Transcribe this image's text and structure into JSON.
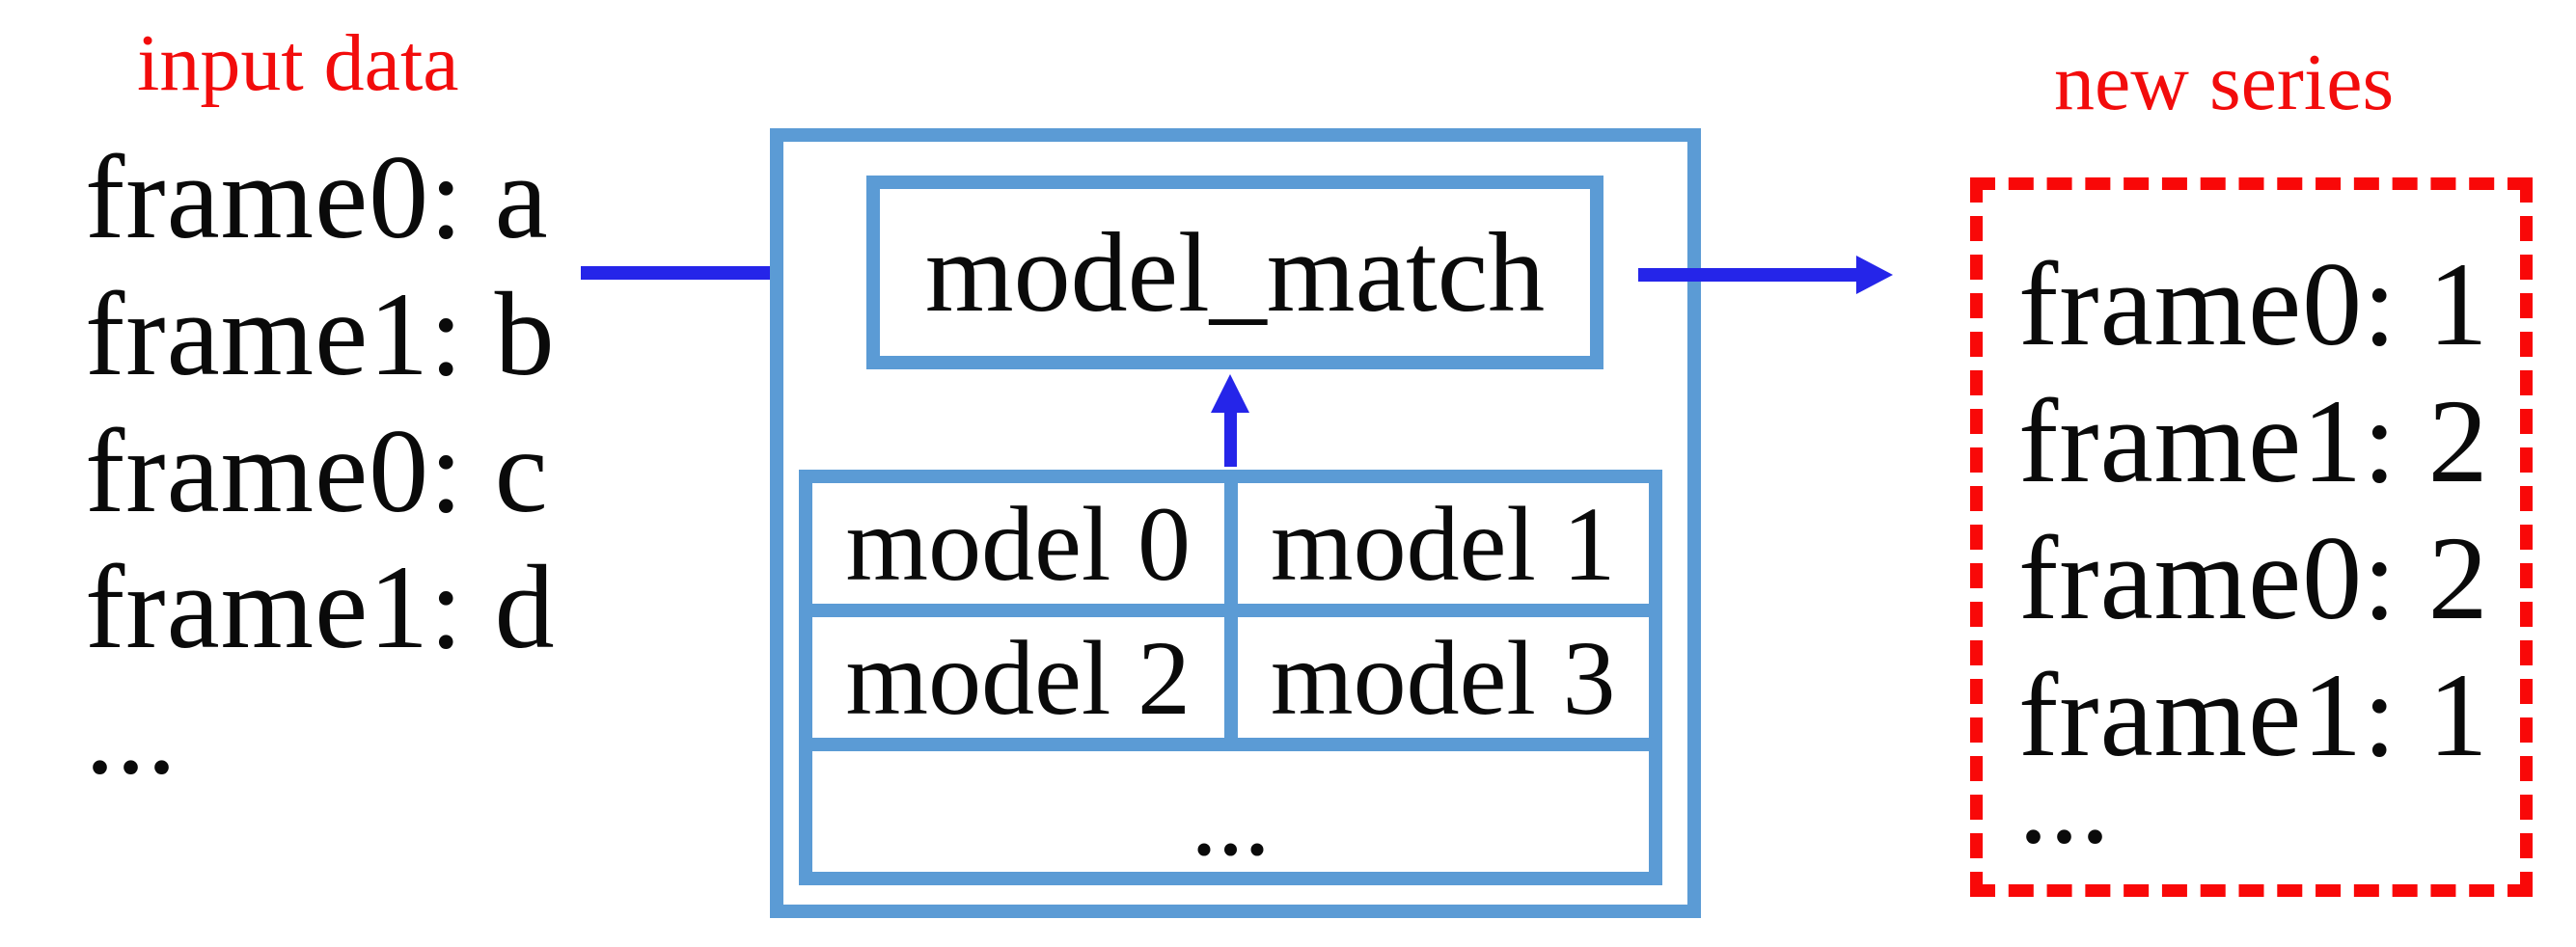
{
  "colors": {
    "box_border_blue": "#5b9bd5",
    "arrow_blue": "#2525e9",
    "label_red": "#f20c0c",
    "dash_red": "#f90808",
    "text_black": "#0a0a0a",
    "background": "#ffffff"
  },
  "input_panel": {
    "label": "input data",
    "lines": [
      "frame0: a",
      "frame1: b",
      "frame0: c",
      "frame1: d",
      "..."
    ]
  },
  "processor": {
    "function_label": "model_match",
    "model_grid": {
      "cells": [
        [
          "model 0",
          "model 1"
        ],
        [
          "model 2",
          "model 3"
        ]
      ],
      "ellipsis": "..."
    }
  },
  "output_panel": {
    "label": "new series",
    "lines": [
      "frame0: 1",
      "frame1: 2",
      "frame0: 2",
      "frame1: 1",
      "..."
    ]
  },
  "arrows": {
    "input_to_processor": "right-arrow",
    "processor_to_output": "right-arrow",
    "models_to_match": "up-arrow"
  }
}
